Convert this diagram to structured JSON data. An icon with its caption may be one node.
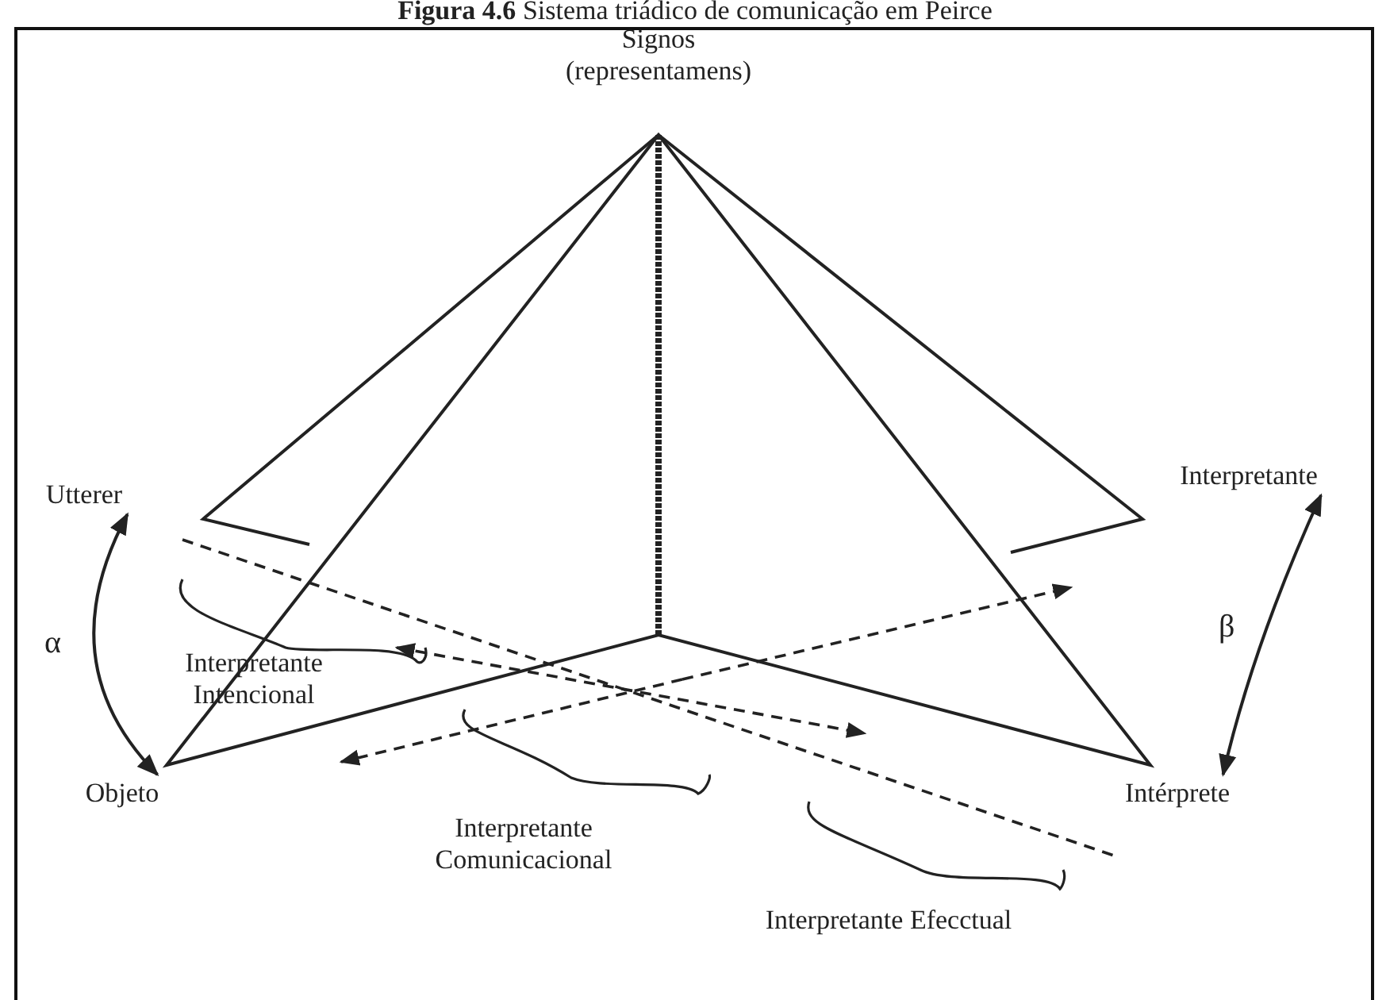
{
  "diagram": {
    "title": "**Figura 4.6** Sistema triádico de comunicação em Peirce",
    "nodes": [
      {
        "text": [
          "Signos (representamens)"
        ]
      },
      {
        "text": [
          "Utterer"
        ]
      },
      {
        "text": [
          "Interpretante"
        ]
      },
      {
        "text": [
          "Objeto"
        ]
      },
      {
        "text": [
          "Intérprete"
        ]
      },
      {
        "text": [
          "Interpretante Intencional"
        ]
      },
      {
        "text": [
          "Interpretante Comunicacional"
        ]
      },
      {
        "text": [
          "Interpretante Efecctual"
        ]
      }
    ],
    "edges": [
      {
        "from": 1,
        "to": 3,
        "arrow": "both",
        "label": "α"
      },
      {
        "from": 2,
        "to": 4,
        "arrow": "both",
        "label": "β"
      }
    ]
  }
}
